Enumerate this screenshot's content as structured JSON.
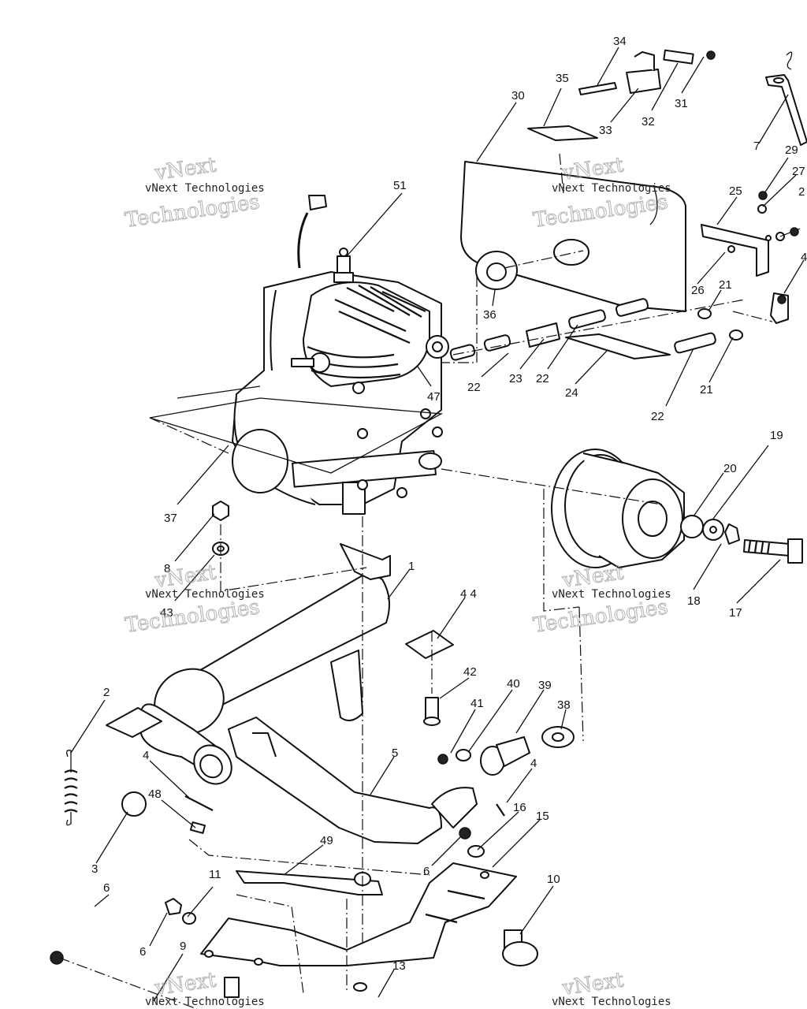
{
  "watermark": {
    "line1": "vNext",
    "line2": "Technologies",
    "small": "vNext Technologies"
  },
  "callouts": {
    "c1": "1",
    "c2": "2",
    "c3": "3",
    "c4a": "4",
    "c4b": "4",
    "c4c": "4",
    "c5": "5",
    "c6a": "6",
    "c6b": "6",
    "c6c": "6",
    "c7": "7",
    "c8": "8",
    "c9": "9",
    "c10": "10",
    "c11": "11",
    "c13": "13",
    "c15": "15",
    "c16": "16",
    "c17": "17",
    "c18": "18",
    "c19": "19",
    "c20": "20",
    "c21a": "21",
    "c21b": "21",
    "c22a": "22",
    "c22b": "22",
    "c22c": "22",
    "c23": "23",
    "c24": "24",
    "c25": "25",
    "c26": "26",
    "c27": "27",
    "c28": "2",
    "c29": "29",
    "c30": "30",
    "c31": "31",
    "c32": "32",
    "c33": "33",
    "c34": "34",
    "c35": "35",
    "c36": "36",
    "c37": "37",
    "c38": "38",
    "c39": "39",
    "c40": "40",
    "c41": "41",
    "c42": "42",
    "c43": "43",
    "c44": "4 4",
    "c47": "47",
    "c48": "48",
    "c49": "49",
    "c51": "51"
  }
}
